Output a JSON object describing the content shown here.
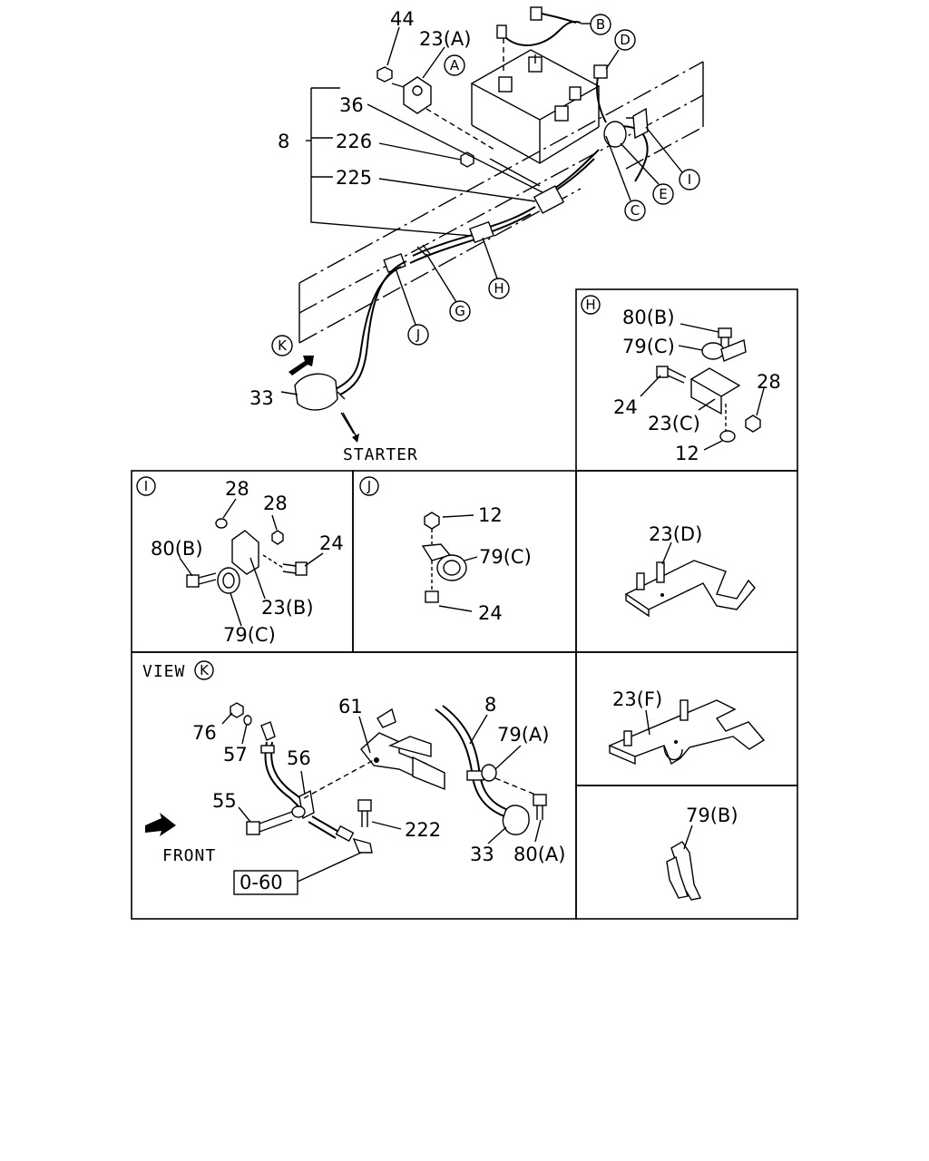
{
  "callouts": {
    "p44": "44",
    "p23a": "23(A)",
    "p36": "36",
    "p8": "8",
    "p226": "226",
    "p225": "225",
    "p33": "33",
    "starter": "STARTER"
  },
  "circle_refs": {
    "A": "A",
    "B": "B",
    "C": "C",
    "D": "D",
    "E": "E",
    "G": "G",
    "H": "H",
    "I": "I",
    "J": "J",
    "K": "K"
  },
  "panel_h": {
    "ref": "H",
    "p80b": "80(B)",
    "p79c": "79(C)",
    "p28": "28",
    "p24": "24",
    "p23c": "23(C)",
    "p12": "12"
  },
  "panel_i": {
    "ref": "I",
    "p28a": "28",
    "p28b": "28",
    "p80b": "80(B)",
    "p24": "24",
    "p23b": "23(B)",
    "p79c": "79(C)"
  },
  "panel_j": {
    "ref": "J",
    "p12": "12",
    "p79c": "79(C)",
    "p24": "24"
  },
  "panel_23d": {
    "p23d": "23(D)"
  },
  "panel_view_k": {
    "title": "VIEW",
    "ref": "K",
    "p76": "76",
    "p57": "57",
    "p61": "61",
    "p8": "8",
    "p79a": "79(A)",
    "p56": "56",
    "p55": "55",
    "p222": "222",
    "p33": "33",
    "p80a": "80(A)",
    "front": "FRONT",
    "ref_box": "0-60"
  },
  "panel_23f": {
    "p23f": "23(F)"
  },
  "panel_79b": {
    "p79b": "79(B)"
  }
}
